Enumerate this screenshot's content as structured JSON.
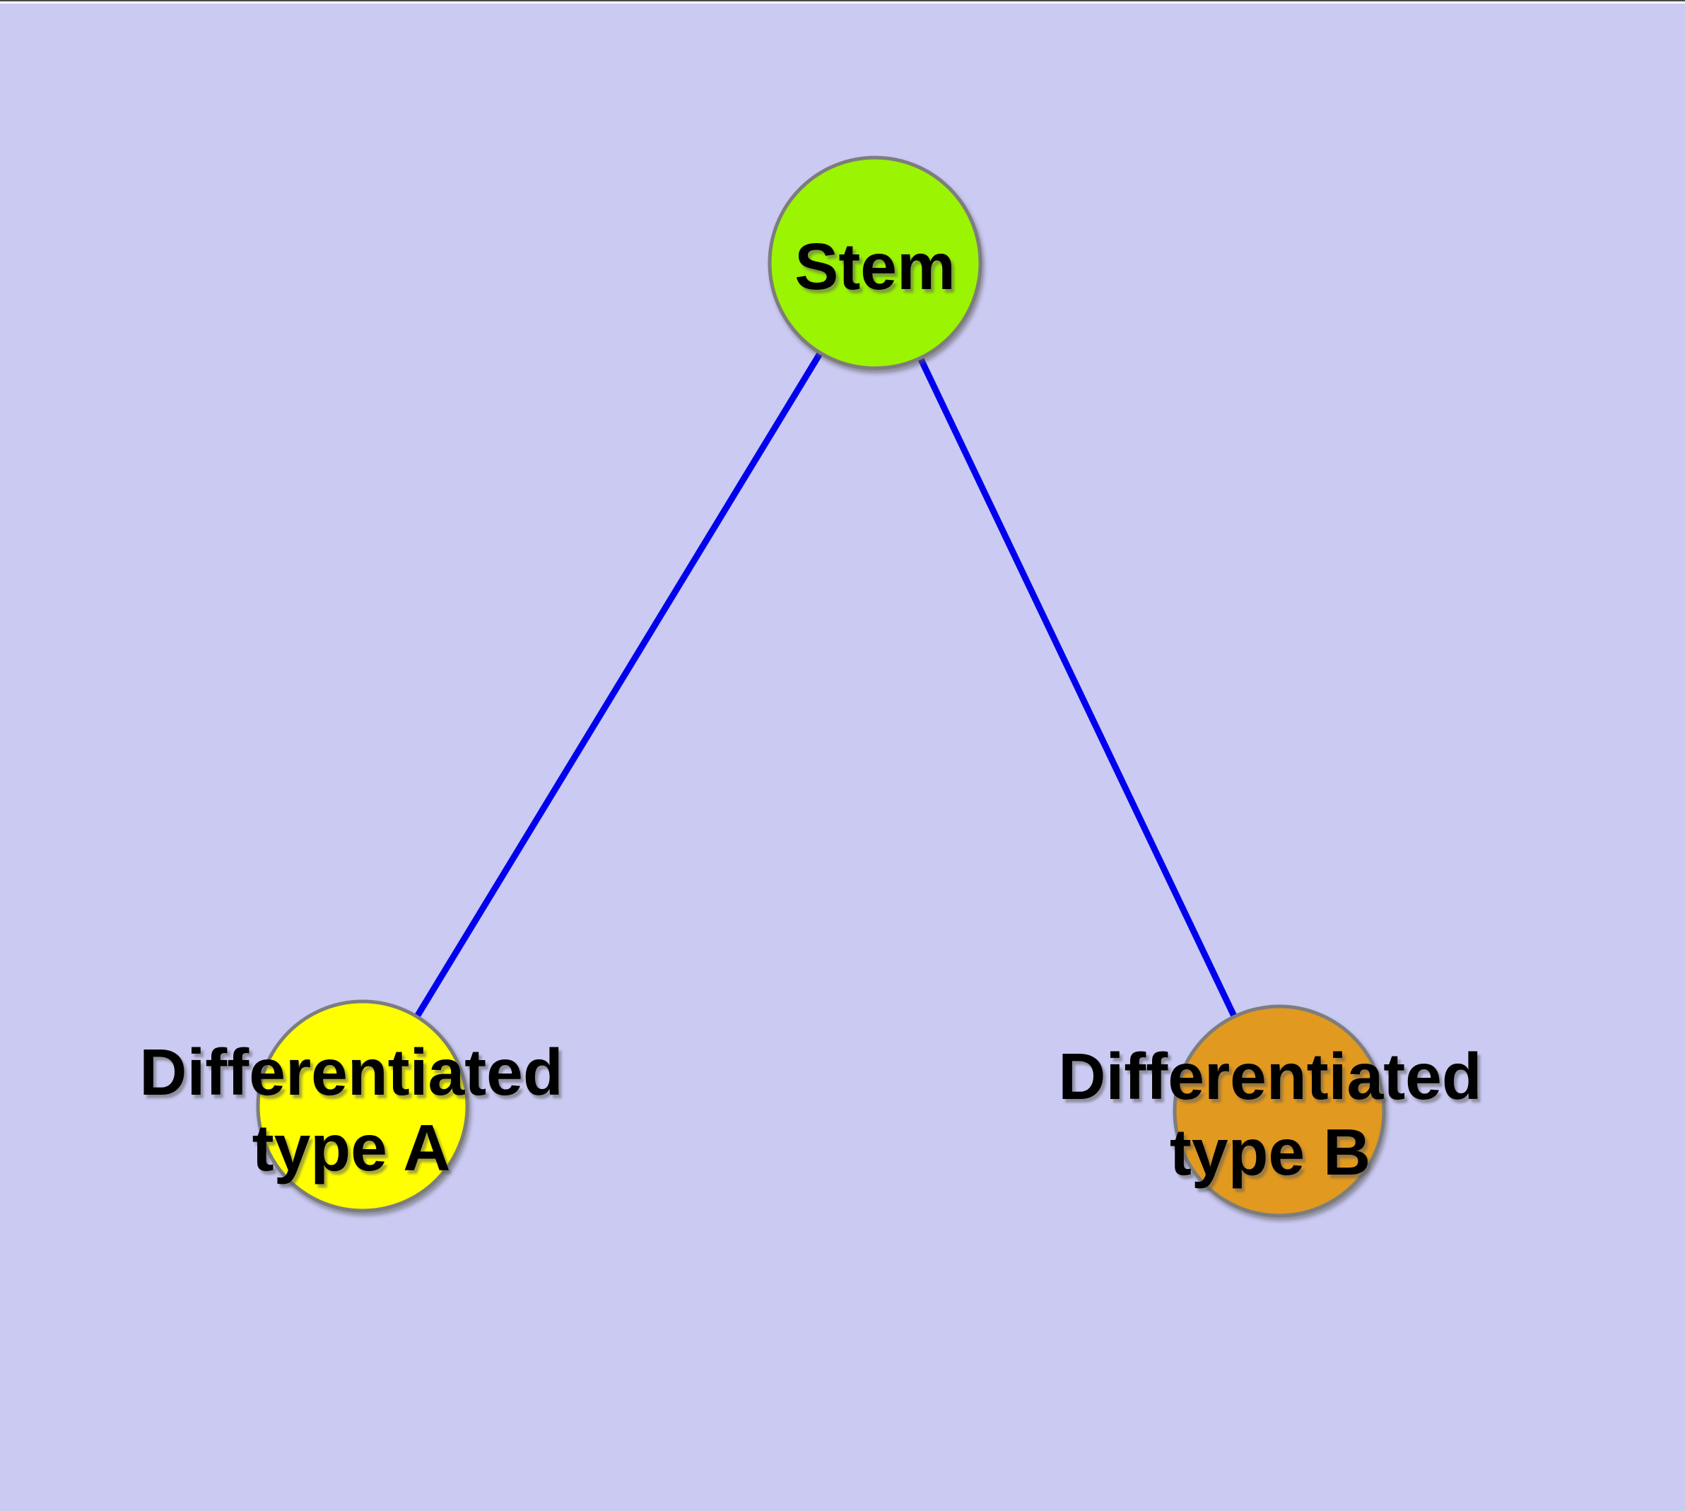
{
  "diagram": {
    "background_color": "#CACAF3",
    "edge_color": "#0000EE",
    "node_border_color": "#7D7D7D",
    "nodes": [
      {
        "id": "stem",
        "label": "Stem",
        "fill": "#9BF401",
        "border": "#7D7D7D"
      },
      {
        "id": "type-a",
        "label": "Differentiated\ntype A",
        "fill": "#FFFF00",
        "border": "#7D7D7D"
      },
      {
        "id": "type-b",
        "label": "Differentiated\ntype B",
        "fill": "#E2991F",
        "border": "#7D7D7D"
      }
    ],
    "edges": [
      {
        "from": "Stem",
        "to": "Differentiated type A"
      },
      {
        "from": "Stem",
        "to": "Differentiated type B"
      }
    ]
  }
}
